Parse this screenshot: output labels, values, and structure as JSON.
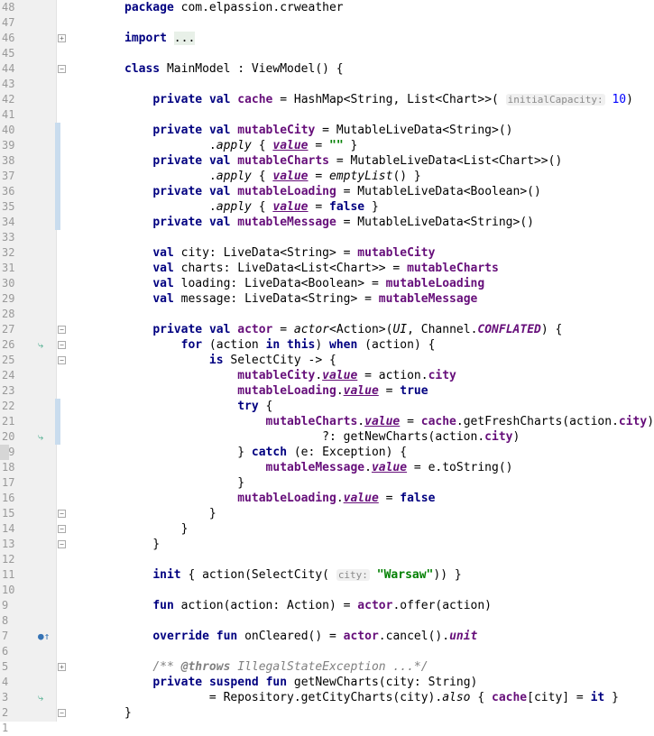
{
  "editor": {
    "language": "Kotlin",
    "first_line_number": 48,
    "lines": [
      {
        "n": "48",
        "t": "package com.elpassion.crweather"
      },
      {
        "n": "47",
        "t": ""
      },
      {
        "n": "46",
        "t": "import ..."
      },
      {
        "n": "45",
        "t": ""
      },
      {
        "n": "44",
        "t": "class MainModel : ViewModel() {"
      },
      {
        "n": "43",
        "t": ""
      },
      {
        "n": "42",
        "t": "    private val cache = HashMap<String, List<Chart>>( initialCapacity: 10)"
      },
      {
        "n": "41",
        "t": ""
      },
      {
        "n": "40",
        "t": "    private val mutableCity = MutableLiveData<String>()"
      },
      {
        "n": "39",
        "t": "            .apply { value = \"\" }"
      },
      {
        "n": "38",
        "t": "    private val mutableCharts = MutableLiveData<List<Chart>>()"
      },
      {
        "n": "37",
        "t": "            .apply { value = emptyList() }"
      },
      {
        "n": "36",
        "t": "    private val mutableLoading = MutableLiveData<Boolean>()"
      },
      {
        "n": "35",
        "t": "            .apply { value = false }"
      },
      {
        "n": "34",
        "t": "    private val mutableMessage = MutableLiveData<String>()"
      },
      {
        "n": "33",
        "t": ""
      },
      {
        "n": "32",
        "t": "    val city: LiveData<String> = mutableCity"
      },
      {
        "n": "31",
        "t": "    val charts: LiveData<List<Chart>> = mutableCharts"
      },
      {
        "n": "30",
        "t": "    val loading: LiveData<Boolean> = mutableLoading"
      },
      {
        "n": "29",
        "t": "    val message: LiveData<String> = mutableMessage"
      },
      {
        "n": "28",
        "t": ""
      },
      {
        "n": "27",
        "t": "    private val actor = actor<Action>(UI, Channel.CONFLATED) {"
      },
      {
        "n": "26",
        "t": "        for (action in this) when (action) {"
      },
      {
        "n": "25",
        "t": "            is SelectCity -> {"
      },
      {
        "n": "24",
        "t": "                mutableCity.value = action.city"
      },
      {
        "n": "23",
        "t": "                mutableLoading.value = true"
      },
      {
        "n": "22",
        "t": "                try {"
      },
      {
        "n": "21",
        "t": "                    mutableCharts.value = cache.getFreshCharts(action.city)"
      },
      {
        "n": "20",
        "t": "                            ?: getNewCharts(action.city)"
      },
      {
        "n": "19",
        "t": "                } catch (e: Exception) {"
      },
      {
        "n": "18",
        "t": "                    mutableMessage.value = e.toString()"
      },
      {
        "n": "17",
        "t": "                }"
      },
      {
        "n": "16",
        "t": "                mutableLoading.value = false"
      },
      {
        "n": "15",
        "t": "            }"
      },
      {
        "n": "14",
        "t": "        }"
      },
      {
        "n": "13",
        "t": "    }"
      },
      {
        "n": "12",
        "t": ""
      },
      {
        "n": "11",
        "t": "    init { action(SelectCity( city: \"Warsaw\")) }"
      },
      {
        "n": "10",
        "t": ""
      },
      {
        "n": "9",
        "t": "    fun action(action: Action) = actor.offer(action)"
      },
      {
        "n": "8",
        "t": ""
      },
      {
        "n": "7",
        "t": "    override fun onCleared() = actor.cancel().unit"
      },
      {
        "n": "6",
        "t": ""
      },
      {
        "n": "5",
        "t": "    /** @throws IllegalStateException ...*/"
      },
      {
        "n": "4",
        "t": "    private suspend fun getNewCharts(city: String)"
      },
      {
        "n": "3",
        "t": "            = Repository.getCityCharts(city).also { cache[city] = it }"
      },
      {
        "n": "2",
        "t": "}"
      },
      {
        "n": "1",
        "t": ""
      }
    ]
  },
  "colors": {
    "keyword": "#000080",
    "property": "#660e7a",
    "string": "#008000",
    "number": "#0000ff",
    "comment": "#808080",
    "gutter": "#f0f0f0",
    "vcs_change": "#c9dcee"
  },
  "gutter_icons": [
    {
      "line": "26",
      "icon": "suspend-call-icon"
    },
    {
      "line": "20",
      "icon": "suspend-call-icon"
    },
    {
      "line": "7",
      "icon": "override-method-icon"
    },
    {
      "line": "3",
      "icon": "suspend-call-icon"
    }
  ]
}
